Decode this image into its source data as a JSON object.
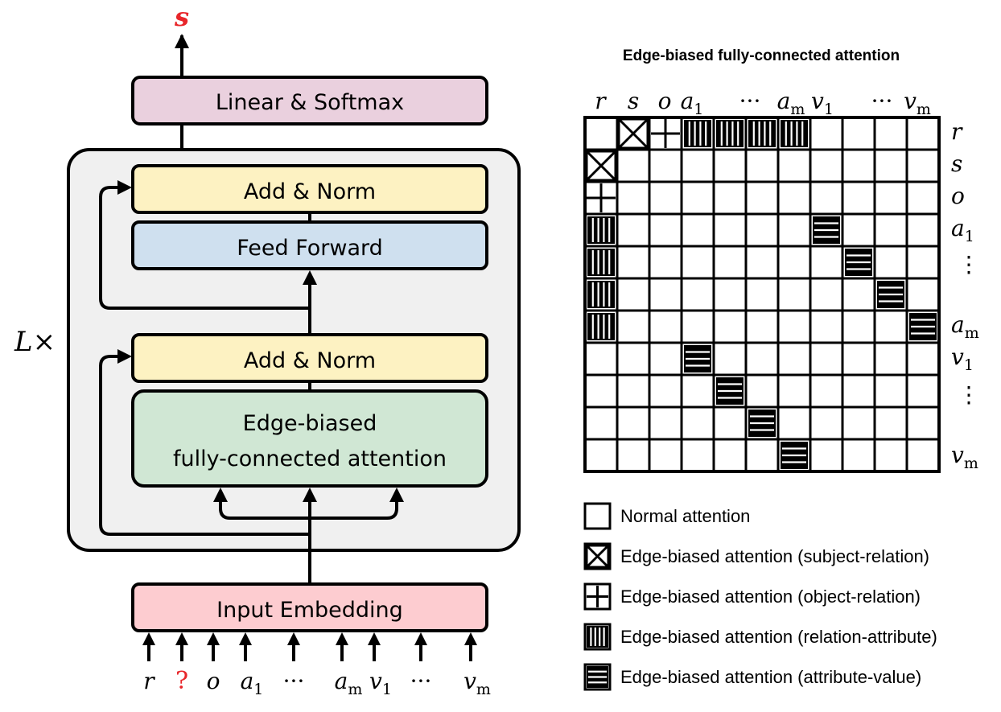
{
  "model": {
    "output_symbol": "s",
    "repeat_label": "L×",
    "blocks": {
      "linear_softmax": "Linear & Softmax",
      "add_norm_top": "Add & Norm",
      "feed_forward": "Feed Forward",
      "add_norm_bottom": "Add & Norm",
      "attention_line1": "Edge-biased",
      "attention_line2": "fully-connected attention",
      "input_embedding": "Input Embedding"
    },
    "inputs": [
      {
        "symbol": "r",
        "sub": ""
      },
      {
        "symbol": "?",
        "sub": ""
      },
      {
        "symbol": "o",
        "sub": ""
      },
      {
        "symbol": "a",
        "sub": "1"
      },
      {
        "symbol": "···",
        "sub": ""
      },
      {
        "symbol": "a",
        "sub": "m"
      },
      {
        "symbol": "v",
        "sub": "1"
      },
      {
        "symbol": "···",
        "sub": ""
      },
      {
        "symbol": "v",
        "sub": "m"
      }
    ],
    "colors": {
      "linear_softmax": "#ead0de",
      "add_norm": "#fdf2c2",
      "feed_forward": "#cfe0ef",
      "attention": "#d0e7d4",
      "input_embedding": "#fdccd0",
      "layer_background": "#f0f0f0",
      "highlight": "#e8262a"
    }
  },
  "matrix": {
    "title": "Edge-biased fully-connected attention",
    "column_labels": [
      {
        "symbol": "r",
        "sub": ""
      },
      {
        "symbol": "s",
        "sub": ""
      },
      {
        "symbol": "o",
        "sub": ""
      },
      {
        "symbol": "a",
        "sub": "1"
      },
      {
        "symbol": "···",
        "sub": ""
      },
      {
        "symbol": "a",
        "sub": "m"
      },
      {
        "symbol": "v",
        "sub": "1"
      },
      {
        "symbol": "···",
        "sub": ""
      },
      {
        "symbol": "v",
        "sub": "m"
      }
    ],
    "row_labels": [
      {
        "symbol": "r",
        "sub": ""
      },
      {
        "symbol": "s",
        "sub": ""
      },
      {
        "symbol": "o",
        "sub": ""
      },
      {
        "symbol": "a",
        "sub": "1"
      },
      {
        "symbol": "⋮",
        "sub": ""
      },
      {
        "symbol": "a",
        "sub": "m"
      },
      {
        "symbol": "v",
        "sub": "1"
      },
      {
        "symbol": "⋮",
        "sub": ""
      },
      {
        "symbol": "v",
        "sub": "m"
      }
    ],
    "size": 11,
    "cells": [
      {
        "row": 0,
        "col": 1,
        "type": "cross"
      },
      {
        "row": 0,
        "col": 2,
        "type": "plus"
      },
      {
        "row": 0,
        "col": 3,
        "type": "vertical"
      },
      {
        "row": 0,
        "col": 4,
        "type": "vertical"
      },
      {
        "row": 0,
        "col": 5,
        "type": "vertical"
      },
      {
        "row": 0,
        "col": 6,
        "type": "vertical"
      },
      {
        "row": 1,
        "col": 0,
        "type": "cross"
      },
      {
        "row": 2,
        "col": 0,
        "type": "plus"
      },
      {
        "row": 3,
        "col": 0,
        "type": "vertical"
      },
      {
        "row": 4,
        "col": 0,
        "type": "vertical"
      },
      {
        "row": 5,
        "col": 0,
        "type": "vertical"
      },
      {
        "row": 6,
        "col": 0,
        "type": "vertical"
      },
      {
        "row": 3,
        "col": 7,
        "type": "horizontal"
      },
      {
        "row": 4,
        "col": 8,
        "type": "horizontal"
      },
      {
        "row": 5,
        "col": 9,
        "type": "horizontal"
      },
      {
        "row": 6,
        "col": 10,
        "type": "horizontal"
      },
      {
        "row": 7,
        "col": 3,
        "type": "horizontal"
      },
      {
        "row": 8,
        "col": 4,
        "type": "horizontal"
      },
      {
        "row": 9,
        "col": 5,
        "type": "horizontal"
      },
      {
        "row": 10,
        "col": 6,
        "type": "horizontal"
      }
    ]
  },
  "legend": [
    {
      "type": "normal",
      "label": "Normal attention"
    },
    {
      "type": "cross",
      "label": "Edge-biased attention (subject-relation)"
    },
    {
      "type": "plus",
      "label": "Edge-biased attention (object-relation)"
    },
    {
      "type": "vertical",
      "label": "Edge-biased attention (relation-attribute)"
    },
    {
      "type": "horizontal",
      "label": "Edge-biased attention (attribute-value)"
    }
  ]
}
